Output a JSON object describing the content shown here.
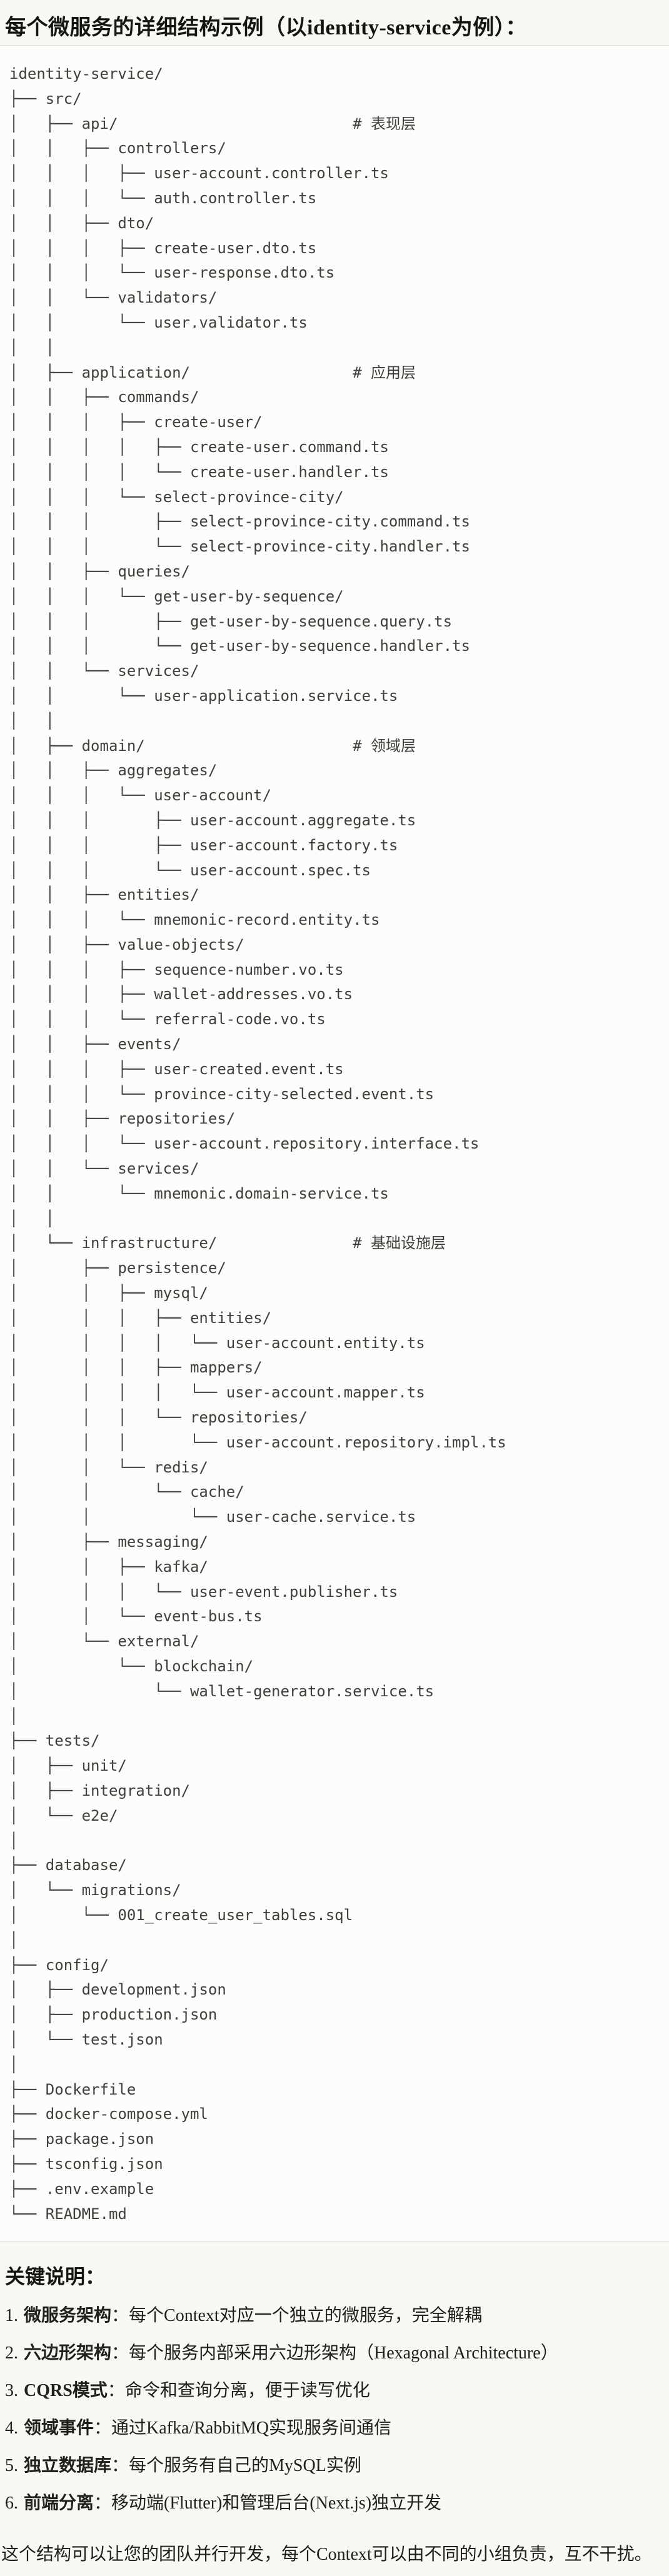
{
  "colors": {
    "page_bg": "#f9f7f1",
    "block_bg": "#fcfcfa",
    "block_border": "#dedcd5",
    "code_text": "#3f3f3c",
    "body_text": "#21201e"
  },
  "page": {
    "title": "每个微服务的详细结构示例（以identity-service为例）："
  },
  "code_block": {
    "language": "plaintext-tree",
    "lines": [
      "identity-service/",
      "├── src/",
      "│   ├── api/                          # 表现层",
      "│   │   ├── controllers/",
      "│   │   │   ├── user-account.controller.ts",
      "│   │   │   └── auth.controller.ts",
      "│   │   ├── dto/",
      "│   │   │   ├── create-user.dto.ts",
      "│   │   │   └── user-response.dto.ts",
      "│   │   └── validators/",
      "│   │       └── user.validator.ts",
      "│   │",
      "│   ├── application/                  # 应用层",
      "│   │   ├── commands/",
      "│   │   │   ├── create-user/",
      "│   │   │   │   ├── create-user.command.ts",
      "│   │   │   │   └── create-user.handler.ts",
      "│   │   │   └── select-province-city/",
      "│   │   │       ├── select-province-city.command.ts",
      "│   │   │       └── select-province-city.handler.ts",
      "│   │   ├── queries/",
      "│   │   │   └── get-user-by-sequence/",
      "│   │   │       ├── get-user-by-sequence.query.ts",
      "│   │   │       └── get-user-by-sequence.handler.ts",
      "│   │   └── services/",
      "│   │       └── user-application.service.ts",
      "│   │",
      "│   ├── domain/                       # 领域层",
      "│   │   ├── aggregates/",
      "│   │   │   └── user-account/",
      "│   │   │       ├── user-account.aggregate.ts",
      "│   │   │       ├── user-account.factory.ts",
      "│   │   │       └── user-account.spec.ts",
      "│   │   ├── entities/",
      "│   │   │   └── mnemonic-record.entity.ts",
      "│   │   ├── value-objects/",
      "│   │   │   ├── sequence-number.vo.ts",
      "│   │   │   ├── wallet-addresses.vo.ts",
      "│   │   │   └── referral-code.vo.ts",
      "│   │   ├── events/",
      "│   │   │   ├── user-created.event.ts",
      "│   │   │   └── province-city-selected.event.ts",
      "│   │   ├── repositories/",
      "│   │   │   └── user-account.repository.interface.ts",
      "│   │   └── services/",
      "│   │       └── mnemonic.domain-service.ts",
      "│   │",
      "│   └── infrastructure/               # 基础设施层",
      "│       ├── persistence/",
      "│       │   ├── mysql/",
      "│       │   │   ├── entities/",
      "│       │   │   │   └── user-account.entity.ts",
      "│       │   │   ├── mappers/",
      "│       │   │   │   └── user-account.mapper.ts",
      "│       │   │   └── repositories/",
      "│       │   │       └── user-account.repository.impl.ts",
      "│       │   └── redis/",
      "│       │       └── cache/",
      "│       │           └── user-cache.service.ts",
      "│       ├── messaging/",
      "│       │   ├── kafka/",
      "│       │   │   └── user-event.publisher.ts",
      "│       │   └── event-bus.ts",
      "│       └── external/",
      "│           └── blockchain/",
      "│               └── wallet-generator.service.ts",
      "│",
      "├── tests/",
      "│   ├── unit/",
      "│   ├── integration/",
      "│   └── e2e/",
      "│",
      "├── database/",
      "│   └── migrations/",
      "│       └── 001_create_user_tables.sql",
      "│",
      "├── config/",
      "│   ├── development.json",
      "│   ├── production.json",
      "│   └── test.json",
      "│",
      "├── Dockerfile",
      "├── docker-compose.yml",
      "├── package.json",
      "├── tsconfig.json",
      "├── .env.example",
      "└── README.md"
    ]
  },
  "notes": {
    "heading": "关键说明：",
    "colon": "：",
    "items": [
      {
        "num": "1.",
        "term": "微服务架构",
        "text": "每个Context对应一个独立的微服务，完全解耦"
      },
      {
        "num": "2.",
        "term": "六边形架构",
        "text": "每个服务内部采用六边形架构（Hexagonal Architecture）"
      },
      {
        "num": "3.",
        "term": "CQRS模式",
        "text": "命令和查询分离，便于读写优化"
      },
      {
        "num": "4.",
        "term": "领域事件",
        "text": "通过Kafka/RabbitMQ实现服务间通信"
      },
      {
        "num": "5.",
        "term": "独立数据库",
        "text": "每个服务有自己的MySQL实例"
      },
      {
        "num": "6.",
        "term": "前端分离",
        "text": "移动端(Flutter)和管理后台(Next.js)独立开发"
      }
    ],
    "footer": "这个结构可以让您的团队并行开发，每个Context可以由不同的小组负责，互不干扰。"
  }
}
